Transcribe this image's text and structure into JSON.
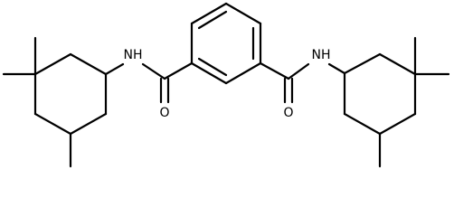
{
  "molecule": {
    "atom_labels": {
      "left_nh": "NH",
      "right_nh": "NH",
      "left_carbonyl_o": "O",
      "right_carbonyl_o": "O"
    },
    "colors": {
      "bond": "#000000",
      "label": "#000000",
      "background": "#ffffff"
    }
  }
}
